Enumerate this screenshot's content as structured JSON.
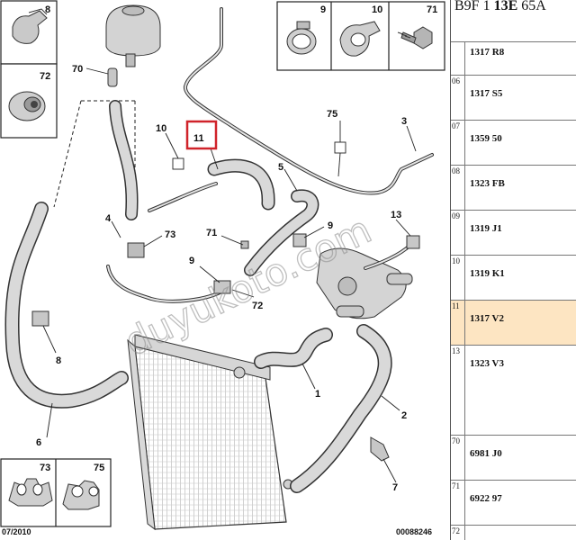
{
  "header": {
    "prefix": "B9F 1",
    "bold": "13E",
    "suffix": "65A"
  },
  "rows": [
    {
      "num": "",
      "code": "1317 R8",
      "highlight": false
    },
    {
      "num": "06",
      "code": "1317 S5",
      "highlight": false
    },
    {
      "num": "07",
      "code": "1359 50",
      "highlight": false
    },
    {
      "num": "08",
      "code": "1323 FB",
      "highlight": false
    },
    {
      "num": "09",
      "code": "1319 J1",
      "highlight": false
    },
    {
      "num": "10",
      "code": "1319 K1",
      "highlight": false
    },
    {
      "num": "11",
      "code": "1317 V2",
      "highlight": true
    },
    {
      "num": "13",
      "code": "1323 V3",
      "highlight": false
    },
    {
      "num": "70",
      "code": "6981 J0",
      "highlight": false
    },
    {
      "num": "71",
      "code": "6922 97",
      "highlight": false
    },
    {
      "num": "72",
      "code": "",
      "highlight": false
    }
  ],
  "callouts": {
    "c70": "70",
    "c10": "10",
    "c11": "11",
    "c75": "75",
    "c3": "3",
    "c5": "5",
    "c13": "13",
    "c9a": "9",
    "c4": "4",
    "c73": "73",
    "c71": "71",
    "c9b": "9",
    "c72": "72",
    "c8": "8",
    "c1": "1",
    "c2": "2",
    "c6": "6",
    "c7": "7"
  },
  "insets": {
    "i8": "8",
    "i72": "72",
    "i9": "9",
    "i10": "10",
    "i71": "71",
    "i73": "73",
    "i75": "75"
  },
  "footer": {
    "date": "07/2010",
    "ref": "00088246"
  },
  "watermark": "duyukoto.com",
  "colors": {
    "highlight_box": "#d0232a",
    "row_highlight": "#fde5c2"
  }
}
